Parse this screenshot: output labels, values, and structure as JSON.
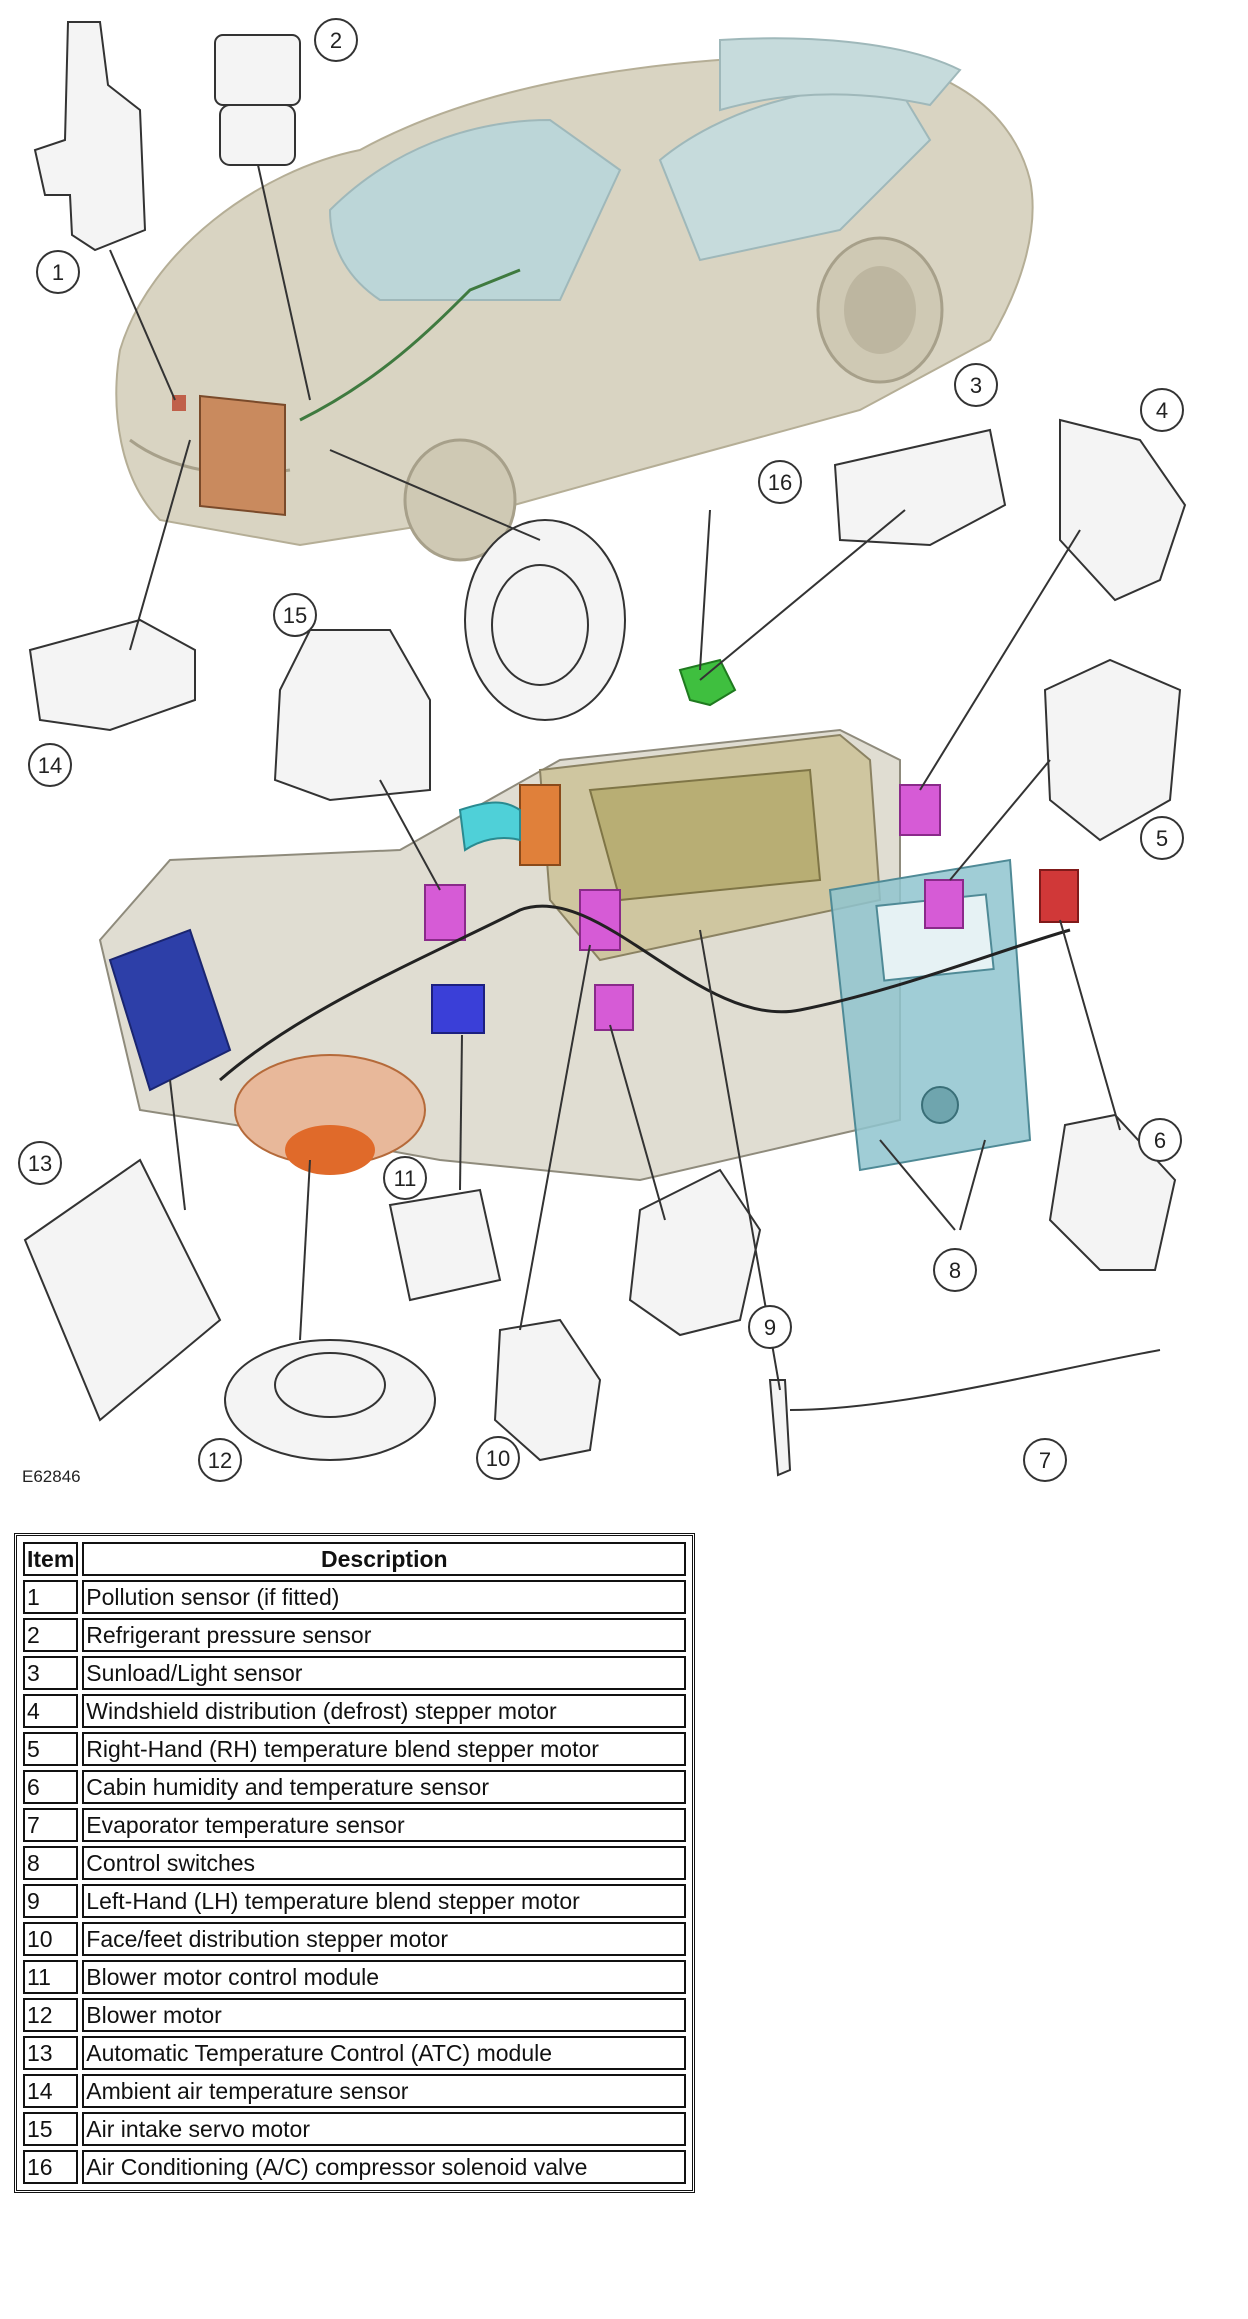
{
  "figure": {
    "id_label": "E62846",
    "callouts": [
      "1",
      "2",
      "3",
      "4",
      "5",
      "6",
      "7",
      "8",
      "9",
      "10",
      "11",
      "12",
      "13",
      "14",
      "15",
      "16"
    ]
  },
  "table": {
    "headers": [
      "Item",
      "Description"
    ],
    "rows": [
      {
        "item": "1",
        "description": "Pollution sensor (if fitted)"
      },
      {
        "item": "2",
        "description": "Refrigerant pressure sensor"
      },
      {
        "item": "3",
        "description": "Sunload/Light sensor"
      },
      {
        "item": "4",
        "description": "Windshield distribution (defrost) stepper motor"
      },
      {
        "item": "5",
        "description": "Right-Hand (RH) temperature blend stepper motor"
      },
      {
        "item": "6",
        "description": "Cabin humidity and temperature sensor"
      },
      {
        "item": "7",
        "description": "Evaporator temperature sensor"
      },
      {
        "item": "8",
        "description": "Control switches"
      },
      {
        "item": "9",
        "description": "Left-Hand (LH) temperature blend stepper motor"
      },
      {
        "item": "10",
        "description": "Face/feet distribution stepper motor"
      },
      {
        "item": "11",
        "description": "Blower motor control module"
      },
      {
        "item": "12",
        "description": "Blower motor"
      },
      {
        "item": "13",
        "description": "Automatic Temperature Control (ATC) module"
      },
      {
        "item": "14",
        "description": "Ambient air temperature sensor"
      },
      {
        "item": "15",
        "description": "Air intake servo motor"
      },
      {
        "item": "16",
        "description": "Air Conditioning (A/C) compressor solenoid valve"
      }
    ]
  },
  "colors": {
    "car_body": "#d9d4c2",
    "stepper_motor": "#d65bd6",
    "blower_module": "#2d3fa8",
    "blower_motor": "#e06a2a",
    "control_panel": "#8fc4cf",
    "solenoid": "#3fbf3f",
    "heater_case": "#cfc6a0",
    "line": "#333333"
  }
}
